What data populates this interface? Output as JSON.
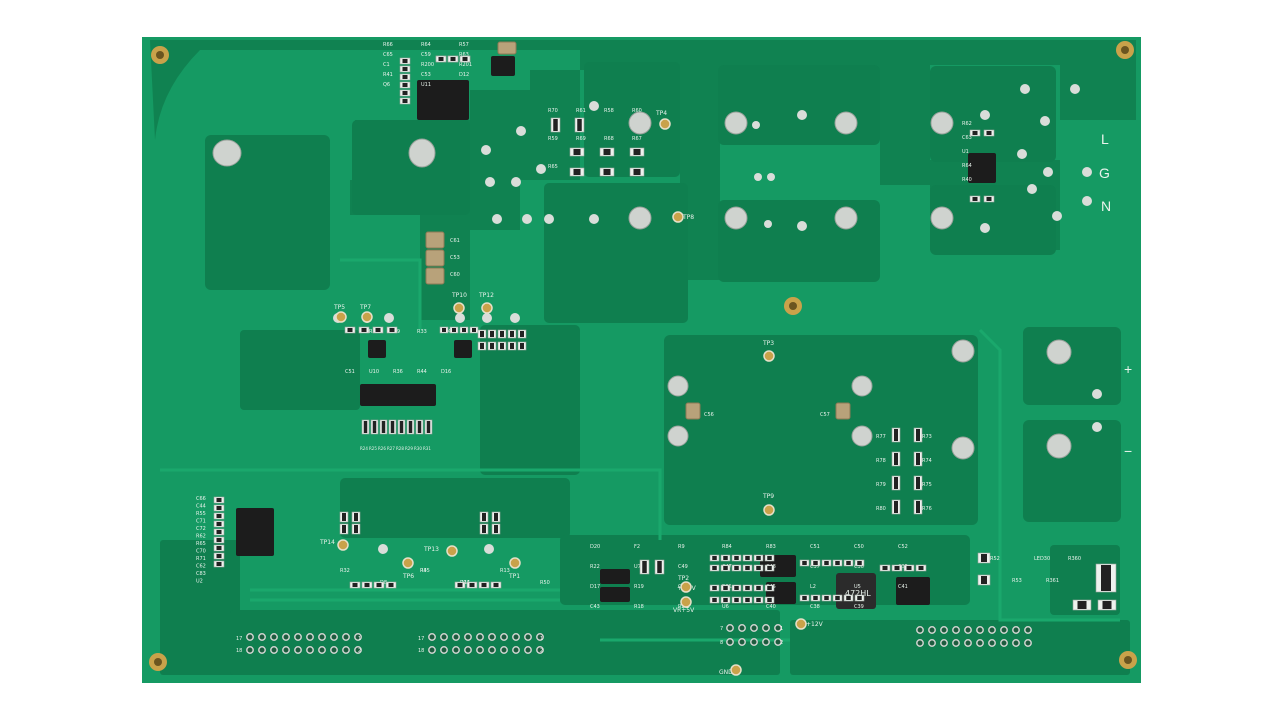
{
  "board": {
    "colors": {
      "background": "#ffffff",
      "board": "#159a63",
      "copper_pour": "#0f7f4f",
      "trace_light": "#1aa86c",
      "silkscreen": "#e9f3ec",
      "pad_silver": "#cfd3cf",
      "hole_gold": "#c9a24a",
      "ic_body": "#1c1c1c"
    },
    "connector_labels": {
      "line": "L",
      "ground": "G",
      "neutral": "N",
      "plus": "+",
      "minus": "−"
    },
    "test_points": [
      "TP1",
      "TP2",
      "TP3",
      "TP4",
      "TP5",
      "TP6",
      "TP7",
      "TP8",
      "TP9",
      "TP10",
      "TP12",
      "TP13",
      "TP14"
    ],
    "designators": {
      "top_left_group": [
        "R66",
        "R64",
        "R57",
        "C65",
        "C59",
        "R63",
        "C1",
        "R200",
        "R201",
        "R41",
        "C53",
        "D12",
        "Q6",
        "U11"
      ],
      "mid_group": [
        "R70",
        "R61",
        "R58",
        "R60",
        "R59",
        "R69",
        "R68",
        "R67",
        "R65"
      ],
      "ac_group": [
        "R62",
        "C63",
        "U1",
        "R64",
        "R40"
      ],
      "cap_stack": [
        "C61",
        "C53",
        "C60"
      ],
      "tp_area_left": [
        "R37",
        "R30",
        "D9",
        "R33",
        "C64",
        "C51",
        "U10",
        "R36",
        "R44",
        "D16"
      ],
      "resistor_row_left": [
        "R24",
        "R25",
        "R26",
        "R27",
        "R28",
        "R29",
        "R30",
        "R31"
      ],
      "left_lower": [
        "C66",
        "C44",
        "R55",
        "C71",
        "C72",
        "R62",
        "R65",
        "C70",
        "R71",
        "C62",
        "C83",
        "U2"
      ],
      "bottom_mid": [
        "R32",
        "D8",
        "R35",
        "R34",
        "R4",
        "D15",
        "R13",
        "R50"
      ],
      "power_group": [
        "D20",
        "F2",
        "R9",
        "R84",
        "R83",
        "C51",
        "C50",
        "C52",
        "R22",
        "U7",
        "C49",
        "C47",
        "C48",
        "C37",
        "C36",
        "C35",
        "D17",
        "R19",
        "C46",
        "R21",
        "C45",
        "L2",
        "U5",
        "C41",
        "C43",
        "R18",
        "R20",
        "U6",
        "C40",
        "C38",
        "C39"
      ],
      "right_resistors": [
        "R77",
        "R73",
        "R78",
        "R74",
        "R79",
        "R75",
        "R80",
        "R76"
      ],
      "caps_center": [
        "C56",
        "C57"
      ],
      "right_bottom": [
        "R52",
        "R53",
        "LED30",
        "R361",
        "R360"
      ],
      "header_pins": [
        "17",
        "18",
        "1",
        "2",
        "7",
        "8"
      ],
      "power_rail_labels": [
        "+3.3V",
        "+12V",
        "GND",
        "VR+5V"
      ],
      "inductor_marking": "472HL"
    }
  }
}
